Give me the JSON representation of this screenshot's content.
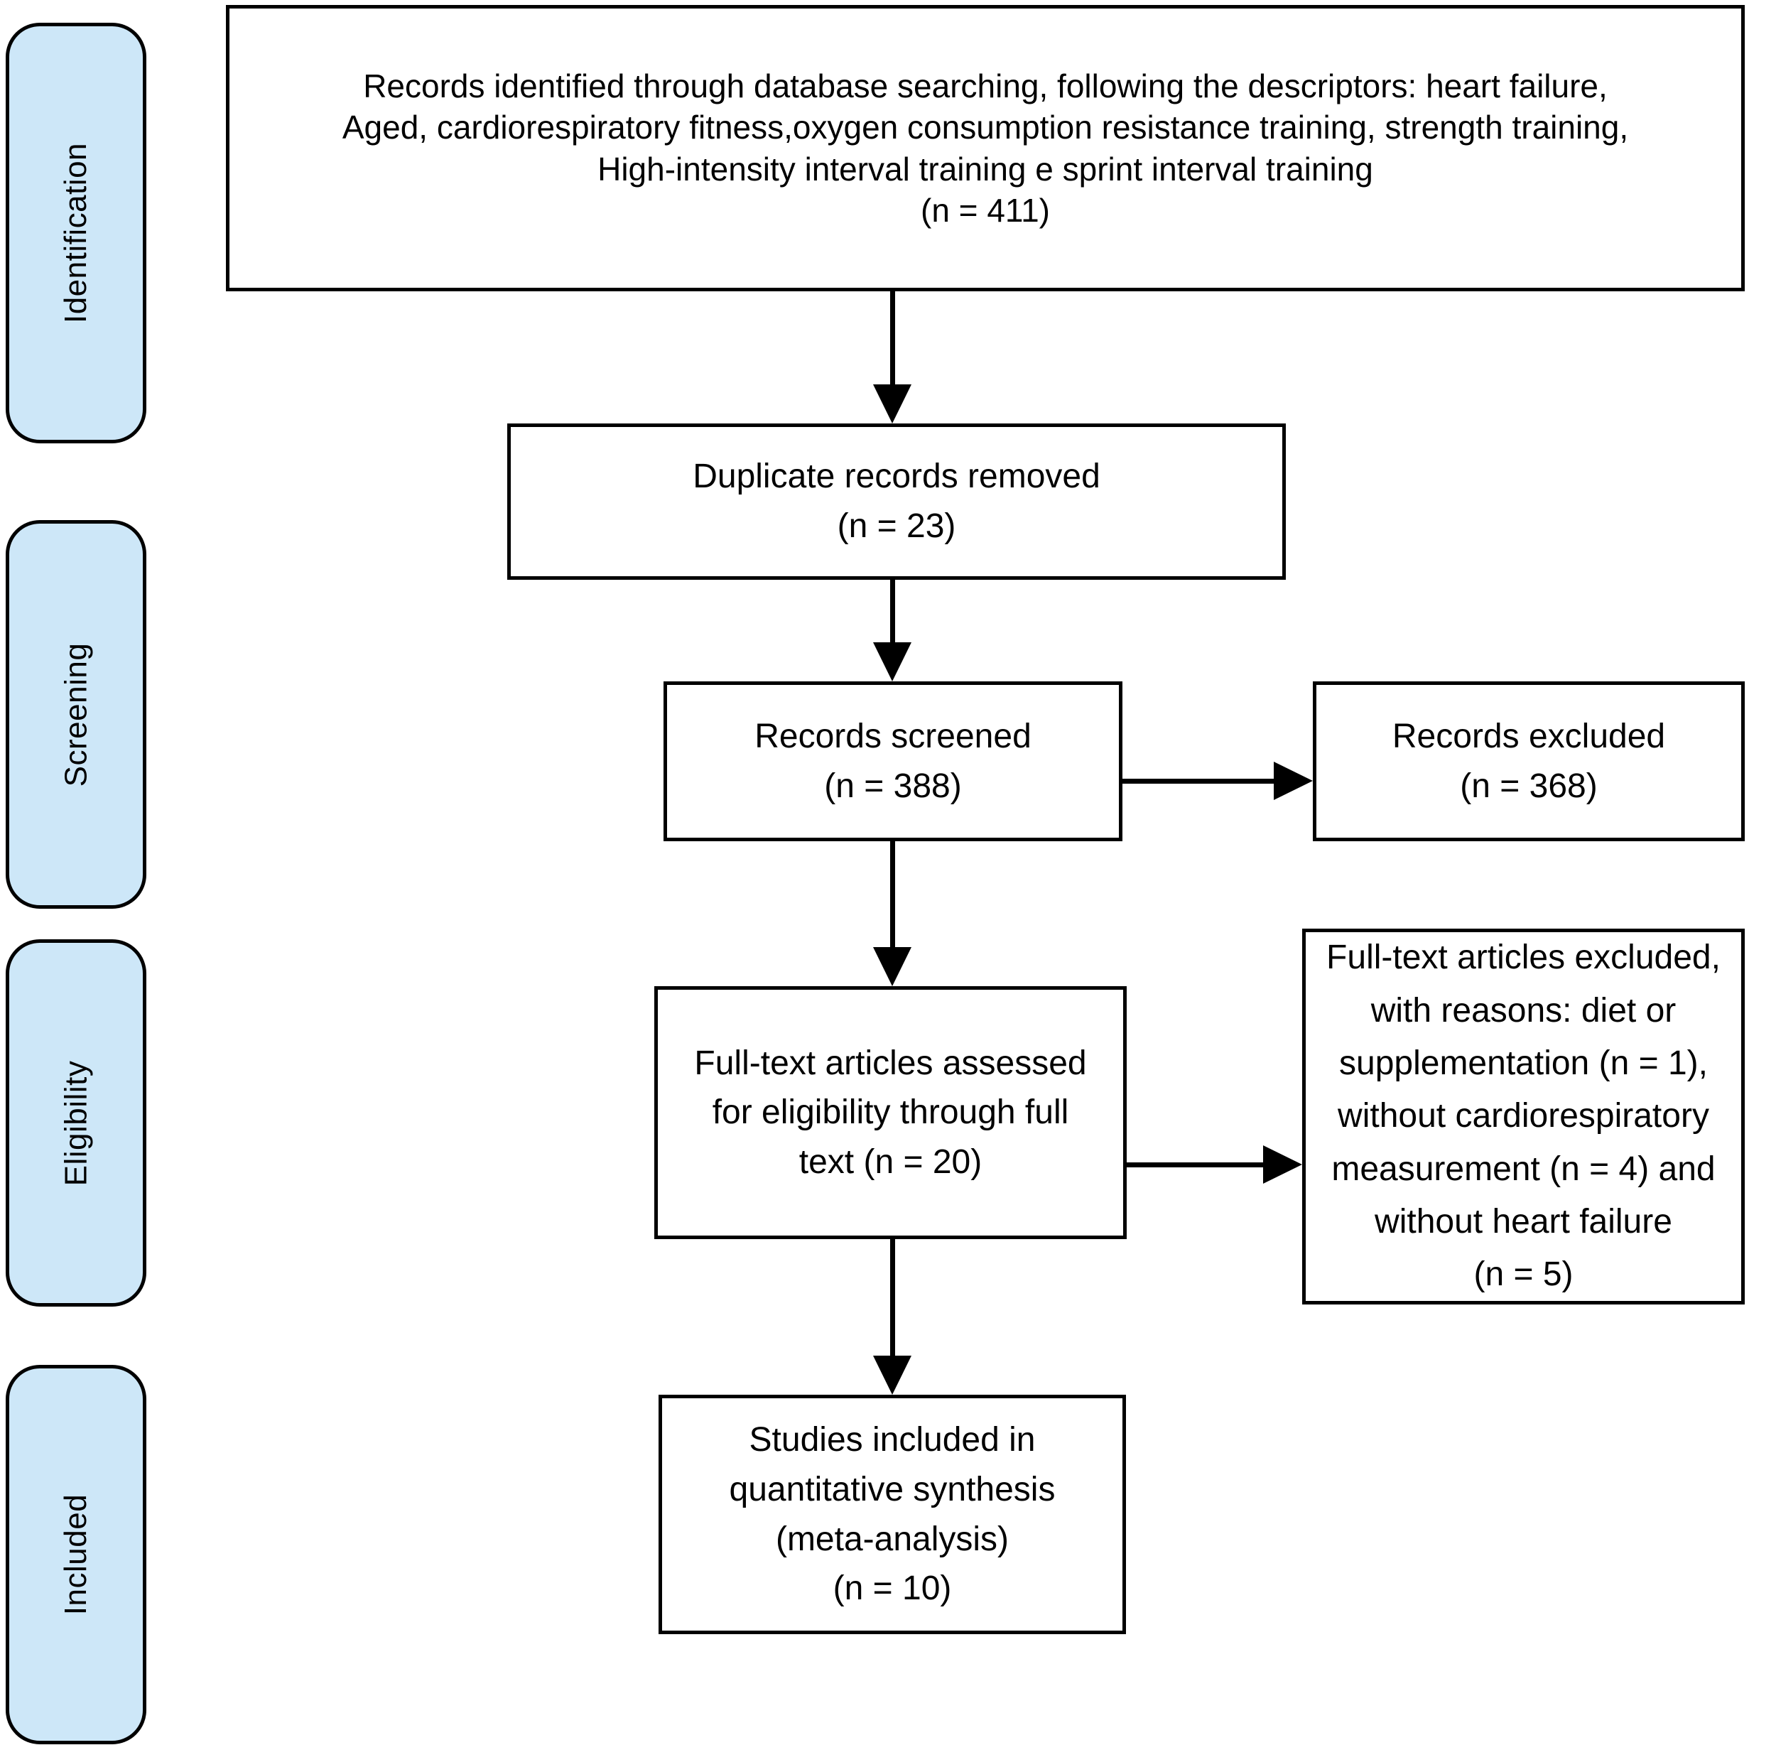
{
  "figure": {
    "type": "prisma-flow-diagram",
    "colors": {
      "stage_fill": "#cde7f8",
      "stage_border": "#000000",
      "box_fill": "#ffffff",
      "box_border": "#000000",
      "arrow": "#000000",
      "text": "#000000",
      "background": "#ffffff"
    },
    "stage_labels": [
      {
        "label": "Identification"
      },
      {
        "label": "Screening"
      },
      {
        "label": "Eligibility"
      },
      {
        "label": "Included"
      }
    ],
    "boxes": {
      "identified": {
        "text": "Records identified through database searching, following the descriptors: heart failure,\nAged, cardiorespiratory fitness,oxygen consumption resistance training, strength training,\nHigh-intensity interval training e sprint interval training",
        "count": "(n = 411)"
      },
      "duplicates_removed": {
        "text": "Duplicate records removed",
        "count": "(n = 23)"
      },
      "screened": {
        "text": "Records screened",
        "count": "(n = 388)"
      },
      "records_excluded": {
        "text": "Records excluded",
        "count": "(n = 368)"
      },
      "fulltext_assessed": {
        "text": "Full-text articles assessed\nfor eligibility through full\ntext (n = 20)"
      },
      "fulltext_excluded": {
        "text": "Full-text articles excluded,\nwith reasons: diet or\nsupplementation (n = 1),\nwithout cardiorespiratory\nmeasurement (n = 4) and\nwithout heart failure",
        "count": "(n = 5)"
      },
      "included_studies": {
        "text": "Studies included in\nquantitative synthesis\n(meta-analysis)",
        "count": "(n = 10)"
      }
    }
  }
}
